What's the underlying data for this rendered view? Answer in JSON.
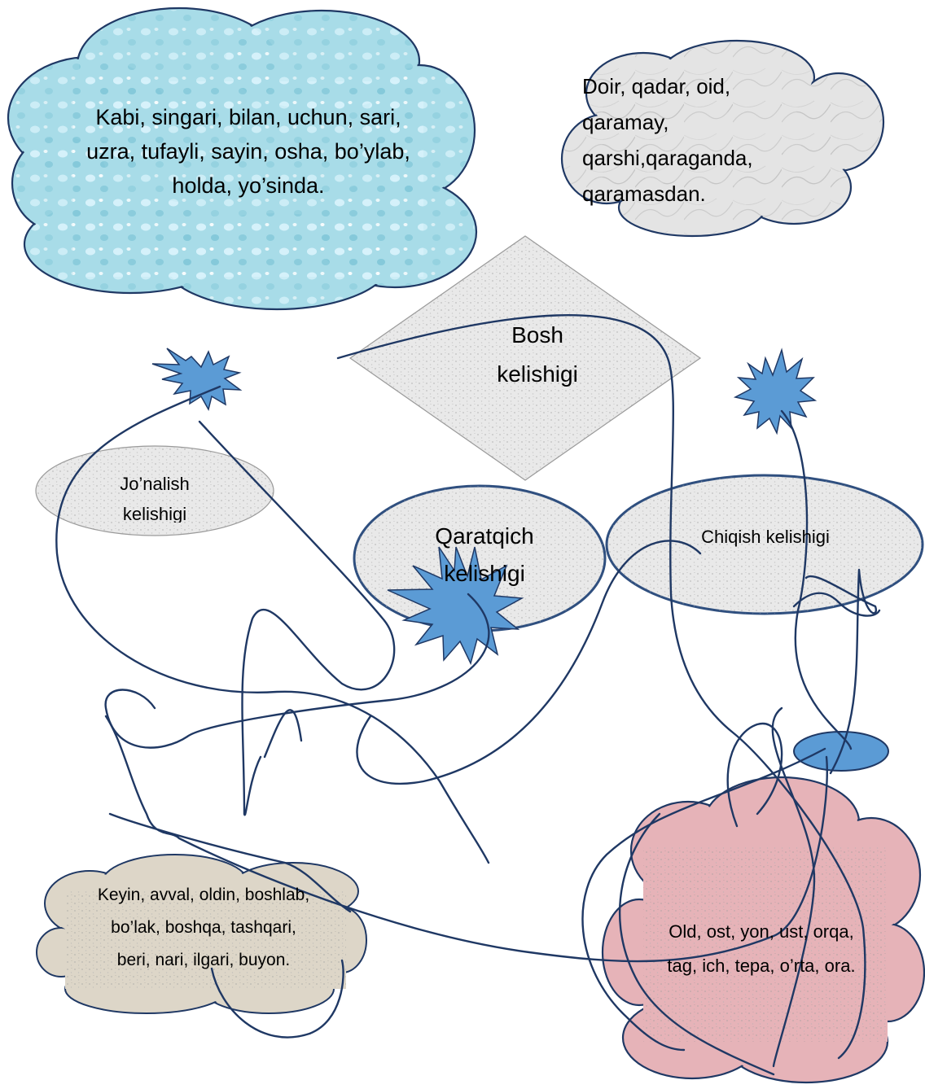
{
  "colors": {
    "stroke": "#1f3864",
    "cloud_blue": "#a8dce8",
    "cloud_gray": "#e4e4e4",
    "cloud_beige": "#ddd6c8",
    "cloud_pink": "#e6b3b8",
    "shape_gray": "#e9e9e9",
    "star_blue": "#5b9bd5",
    "white": "#ffffff"
  },
  "icons": {
    "star": "burst-star-shape",
    "cloud": "cloud-shape"
  },
  "clouds": {
    "top_left": {
      "lines": [
        "Kabi, singari, bilan, uchun, sari,",
        "uzra, tufayli, sayin, osha, bo’ylab,",
        "holda, yo’sinda."
      ]
    },
    "top_right": {
      "lines": [
        "Doir, qadar, oid,",
        "qaramay,",
        "qarshi,qaraganda,",
        "qaramasdan."
      ]
    },
    "bottom_left": {
      "lines": [
        "Keyin, avval, oldin, boshlab,",
        "bo’lak, boshqa, tashqari,",
        "beri, nari, ilgari, buyon."
      ]
    },
    "bottom_right": {
      "lines": [
        "Old, ost, yon, ust, orqa,",
        "tag, ich, tepa, o’rta, ora."
      ]
    }
  },
  "shapes": {
    "bosh": {
      "lines": [
        "Bosh",
        "kelishigi"
      ]
    },
    "jonalish": {
      "lines": [
        "Jo’nalish",
        "kelishigi"
      ]
    },
    "qaratqich": {
      "lines": [
        "Qaratqich",
        "kelishigi"
      ]
    },
    "chiqish": {
      "lines": [
        "Chiqish kelishigi"
      ]
    }
  }
}
